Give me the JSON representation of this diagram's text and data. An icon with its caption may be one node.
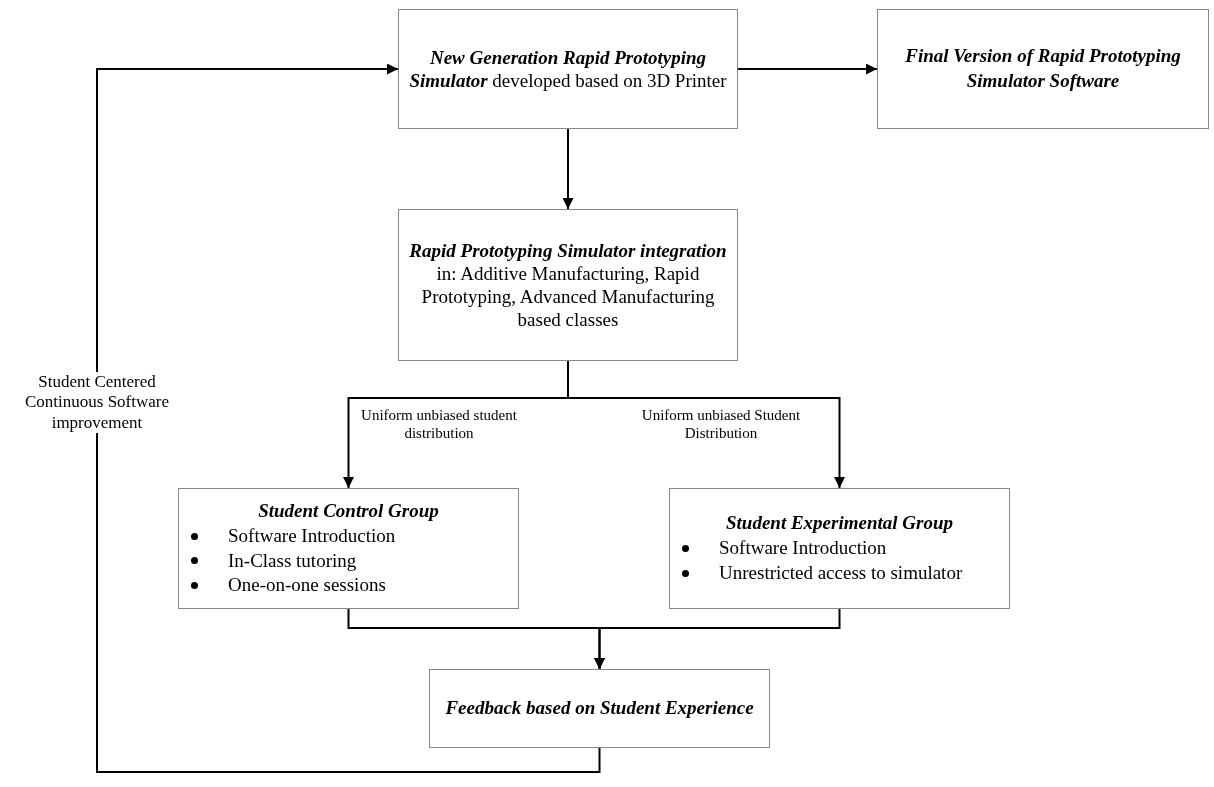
{
  "diagram": {
    "nodes": [
      {
        "text": [
          "**New Generation Rapid Prototyping Simulator** developed based on 3D Printer"
        ]
      },
      {
        "text": [
          "Final Version of Rapid Prototyping Simulator Software"
        ]
      },
      {
        "text": [
          "**Rapid Prototyping Simulator integration** in: Additive Manufacturing, Rapid Prototyping, Advanced Manufacturing based classes"
        ]
      },
      {
        "text": [
          "Student Control Group",
          "Software Introduction",
          "In-Class tutoring",
          "One-on-one sessions"
        ]
      },
      {
        "text": [
          "Student Experimental Group",
          "Software Introduction",
          "Unrestricted access to simulator"
        ]
      },
      {
        "text": [
          "Feedback based on Student Experience"
        ]
      }
    ],
    "edges": [
      {
        "from": 0,
        "to": 1,
        "arrow": "to"
      },
      {
        "from": 0,
        "to": 2,
        "arrow": "to"
      },
      {
        "from": 2,
        "to": 3,
        "arrow": "to",
        "label": "Uniform unbiased student distribution"
      },
      {
        "from": 2,
        "to": 4,
        "arrow": "to",
        "label": "Uniform unbiased Student Distribution"
      },
      {
        "from": 3,
        "to": 5,
        "arrow": "to"
      },
      {
        "from": 4,
        "to": 5,
        "arrow": "to"
      },
      {
        "from": 5,
        "to": 0,
        "arrow": "to",
        "label": "Student Centered Continuous Software improvement"
      }
    ]
  }
}
